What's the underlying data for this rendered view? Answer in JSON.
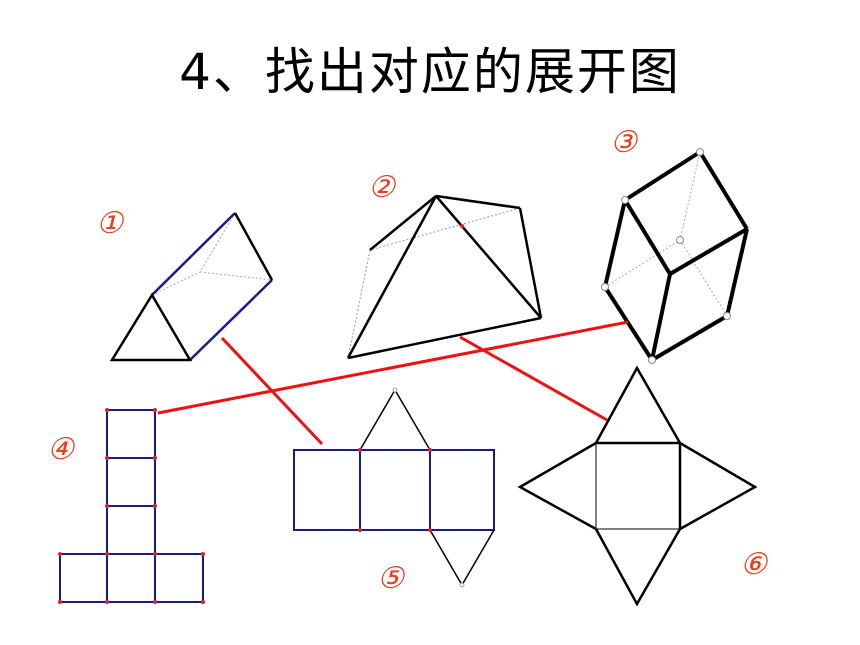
{
  "title": "4、找出对应的展开图",
  "labels": {
    "l1": "①",
    "l2": "②",
    "l3": "③",
    "l4": "④",
    "l5": "⑤",
    "l6": "⑥"
  },
  "colors": {
    "label": "#e8401c",
    "connector": "#ee1111",
    "net_edge": "#1a1a8c",
    "vertex": "#dd2222"
  }
}
